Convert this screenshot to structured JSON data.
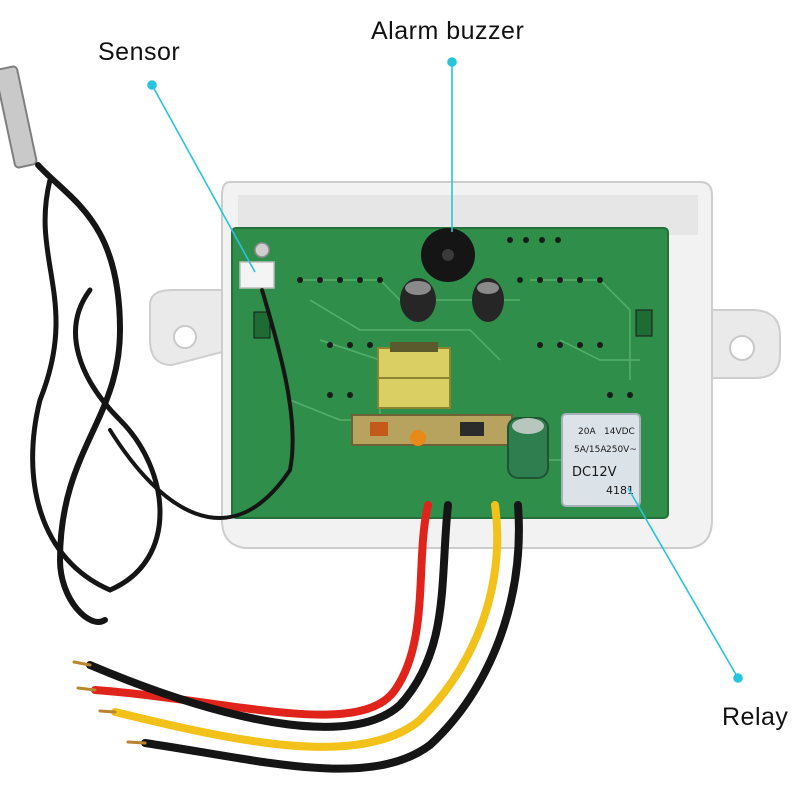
{
  "callouts": {
    "sensor": "Sensor",
    "alarm_buzzer": "Alarm buzzer",
    "relay": "Relay"
  },
  "relay_markings": {
    "line1": "20A",
    "line2": "14VDC",
    "line3": "5A/15A",
    "line4": "250V~",
    "line5": "DC12V",
    "line6": "4181"
  },
  "colors": {
    "pointer": "#27c3df",
    "pcb": "#2f8f4a",
    "housing": "#ededed",
    "wire_red": "#e0241b",
    "wire_black": "#151515",
    "wire_yellow": "#f2c21a",
    "relay": "#dbe2e8"
  }
}
